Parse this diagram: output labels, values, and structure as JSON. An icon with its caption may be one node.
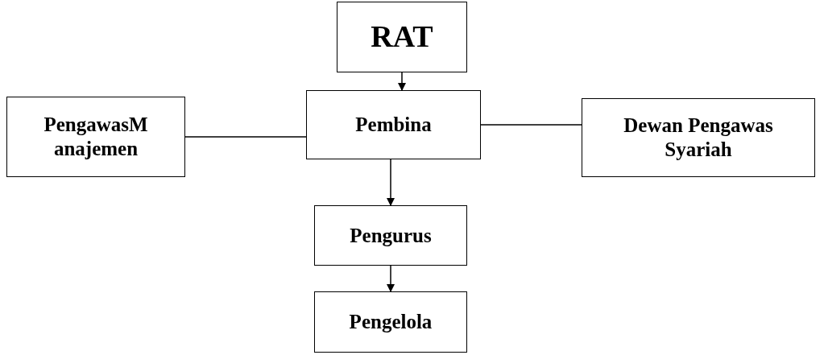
{
  "diagram": {
    "nodes": [
      {
        "text": [
          "RAT"
        ]
      },
      {
        "text": [
          "Pembina"
        ]
      },
      {
        "text": [
          "PengawasM anajemen"
        ]
      },
      {
        "text": [
          "Dewan Pengawas Syariah"
        ]
      },
      {
        "text": [
          "Pengurus"
        ]
      },
      {
        "text": [
          "Pengelola"
        ]
      }
    ],
    "edges": [
      {
        "from": 0,
        "to": 1,
        "arrow": "to"
      },
      {
        "from": 2,
        "to": 1,
        "arrow": "none"
      },
      {
        "from": 1,
        "to": 3,
        "arrow": "none"
      },
      {
        "from": 1,
        "to": 4,
        "arrow": "to"
      },
      {
        "from": 4,
        "to": 5,
        "arrow": "to"
      }
    ]
  }
}
